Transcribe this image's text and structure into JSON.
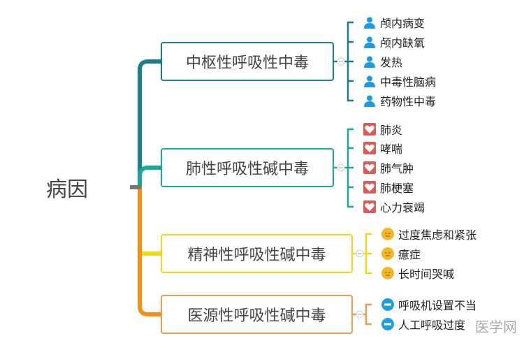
{
  "root": {
    "label": "病因"
  },
  "branches": [
    {
      "label": "中枢性呼吸性中毒",
      "color": "#1a7f8c",
      "icon": "person-icon",
      "leaves": [
        "颅内病变",
        "颅内缺氧",
        "发热",
        "中毒性脑病",
        "药物性中毒"
      ]
    },
    {
      "label": "肺性呼吸性碱中毒",
      "color": "#1aa89a",
      "icon": "heart-icon",
      "leaves": [
        "肺炎",
        "哮喘",
        "肺气肿",
        "肺梗塞",
        "心力衰竭"
      ]
    },
    {
      "label": "精神性呼吸性碱中毒",
      "color": "#f2d816",
      "icon": "neutral-face-icon",
      "leaves": [
        "过度焦虑和紧张",
        "癔症",
        "长时间哭喊"
      ]
    },
    {
      "label": "医源性呼吸性碱中毒",
      "color": "#f0901a",
      "icon": "minus-circle-icon",
      "leaves": [
        "呼吸机设置不当",
        "人工呼吸过度"
      ]
    }
  ],
  "watermark": "医学网"
}
